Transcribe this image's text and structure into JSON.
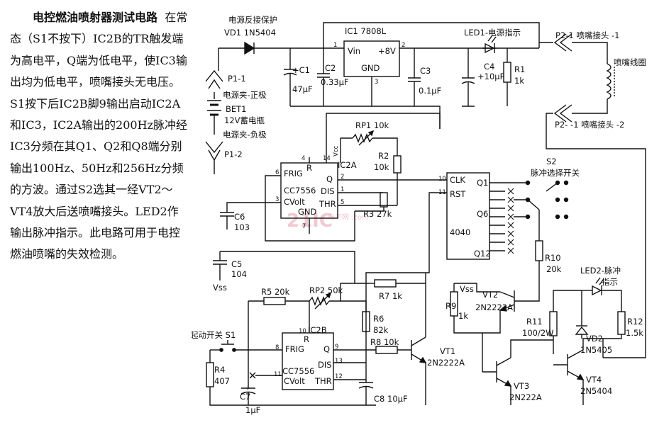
{
  "description": {
    "title": "电控燃油喷射器测试电路",
    "body": "在常态（S1不按下）IC2B的TR触发端为高电平，Q端为低电平，使IC3输出均为低电平，喷嘴接头无电压。S1按下后IC2B脚9输出启动IC2A和IC3，IC2A输出的200Hz脉冲经IC3分频在其Q1、Q2和Q8端分别输出100Hz、50Hz和256Hz分频的方波。通过S2选其一经VT2～VT4放大后送喷嘴接头。LED2作输出脉冲指示。此电路可用于电控燃油喷嘴的失效检测。"
  },
  "labels": {
    "protect": "电源反接保护",
    "vd1": "VD1  1N5404",
    "ic1": "IC1  7808L",
    "vin": "Vin",
    "v8": "+8V",
    "gnd": "GND",
    "led1": "LED1-电源指示",
    "p21": "P2-1  喷嘴接头 -1",
    "coil": "喷嘴线圈",
    "p22": "P2- -1  喷嘴接头 -2",
    "p11": "P1-1",
    "clip_pos": "电源夹-正极",
    "bet1": "BET1",
    "battery": "12V蓄电瓶",
    "clip_neg": "电源夹-负极",
    "p12": "P1-2",
    "c1": "+C1",
    "c1v": "47μF",
    "c2": "C2",
    "c2v": "0.33μF",
    "c3": "C3",
    "c3v": "0.1μF",
    "c4": "C4",
    "c4v": "+10μF",
    "r1": "R1",
    "r1v": "1k",
    "rp1": "RP1 10k",
    "r2": "R2",
    "r2v": "10k",
    "ic2a": "IC2A",
    "cc7556": "CC7556",
    "frig": "FRIG",
    "cvolt": "CVolt",
    "dis": "DIS",
    "thr": "THR",
    "r3": "R3  27k",
    "c6": "C6",
    "c6v": "103",
    "c5": "C5",
    "c5v": "104",
    "vss": "Vss",
    "vcc": "Vcc",
    "s2": "S2",
    "s2desc": "脉冲选择开关",
    "clk": "CLK",
    "rst": "RST",
    "q1": "Q1",
    "q6": "Q6",
    "q12": "Q12",
    "ic3": "4040",
    "r10": "R10",
    "r10v": "20k",
    "led2": "LED2-脉冲",
    "led2b": "指示",
    "r5": "R5  20k",
    "rp2": "RP2  50k",
    "r7": "R7  1k",
    "r6": "R6",
    "r6v": "82k",
    "r8": "R8  10k",
    "ic2b": "IC2B",
    "s1": "起动开关 S1",
    "r4": "R4",
    "r4v": "407",
    "c7": "C7",
    "c7v": "1μF",
    "c8": "C8  10μF",
    "vt1": "VT1",
    "vt1m": "2N2222A",
    "vt2": "VT2",
    "vt2m": "2N2222A",
    "r9": "R9",
    "r9v": "1k",
    "vt3": "VT3",
    "vt3m": "2N222A",
    "r11": "R11",
    "r11v": "100/2W",
    "vd2": "VD2",
    "vd2m": "1N5405",
    "r12": "R12",
    "r12v": "1.5k",
    "vt4": "VT4",
    "vt4m": "2N5404",
    "q": "Q",
    "r": "R",
    "pins": {
      "p1": "1",
      "p2": "2",
      "p3": "3",
      "p4": "4",
      "p5": "5",
      "p6": "6",
      "p7": "7",
      "p8": "8",
      "p9": "9",
      "p10": "10",
      "p11": "11",
      "p12": "12",
      "p13": "13",
      "p14": "14"
    },
    "watermark": "21IC",
    "watermark_sub": "电子网 .com"
  }
}
